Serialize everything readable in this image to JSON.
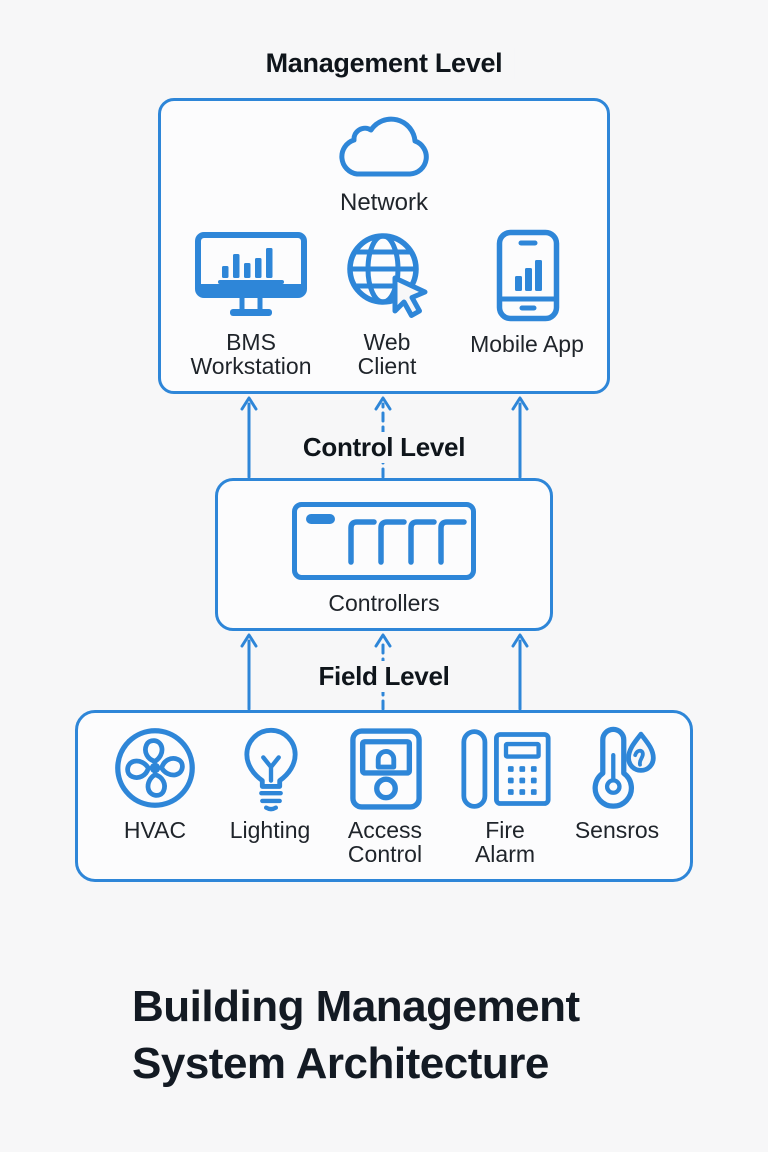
{
  "colors": {
    "accent": "#2e86d8",
    "background": "#f7f7f8",
    "box_fill": "#fcfcfd",
    "heading_text": "#0f151b",
    "label_text": "#1f242a",
    "title_text": "#131a23"
  },
  "headings": {
    "management": "Management Level",
    "control": "Control Level",
    "field": "Field Level"
  },
  "management": {
    "network": {
      "label": "Network",
      "icon": "cloud-icon"
    },
    "items": [
      {
        "label": "BMS Workstation",
        "icon": "workstation-icon"
      },
      {
        "label": "Web Client",
        "icon": "globe-cursor-icon"
      },
      {
        "label": "Mobile App",
        "icon": "mobile-icon"
      }
    ]
  },
  "control": {
    "items": [
      {
        "label": "Controllers",
        "icon": "controller-icon"
      }
    ]
  },
  "field": {
    "items": [
      {
        "label": "HVAC",
        "icon": "fan-icon"
      },
      {
        "label": "Lighting",
        "icon": "bulb-icon"
      },
      {
        "label": "Access Control",
        "icon": "access-panel-icon"
      },
      {
        "label": "Fire Alarm",
        "icon": "fire-alarm-icon"
      },
      {
        "label": "Sensros",
        "icon": "sensor-icon"
      }
    ]
  },
  "title": "Building Management System Architecture"
}
